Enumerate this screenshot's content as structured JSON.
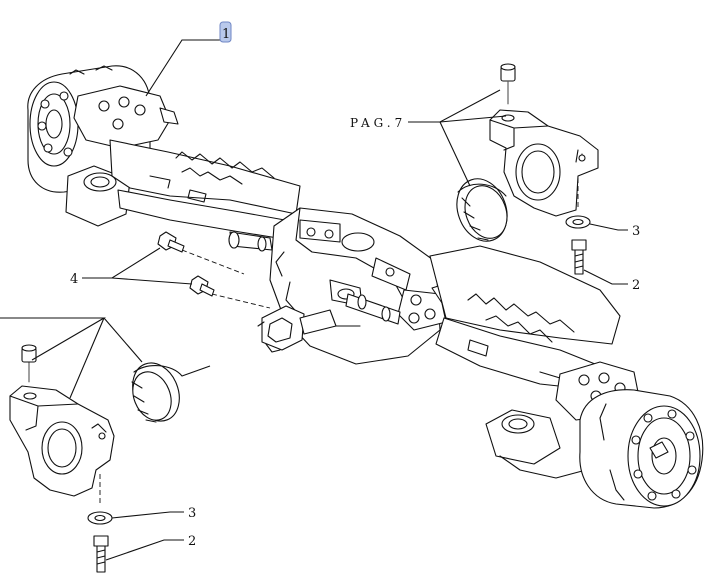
{
  "callouts": {
    "item1": "1",
    "item2_right": "2",
    "item3_right": "3",
    "item4": "4",
    "item3_left": "3",
    "item2_left": "2"
  },
  "page_reference": "PAG.7",
  "colors": {
    "line": "#111111",
    "highlight_fill": "#b9c9ec",
    "highlight_stroke": "#6f86c4",
    "background": "#ffffff"
  }
}
